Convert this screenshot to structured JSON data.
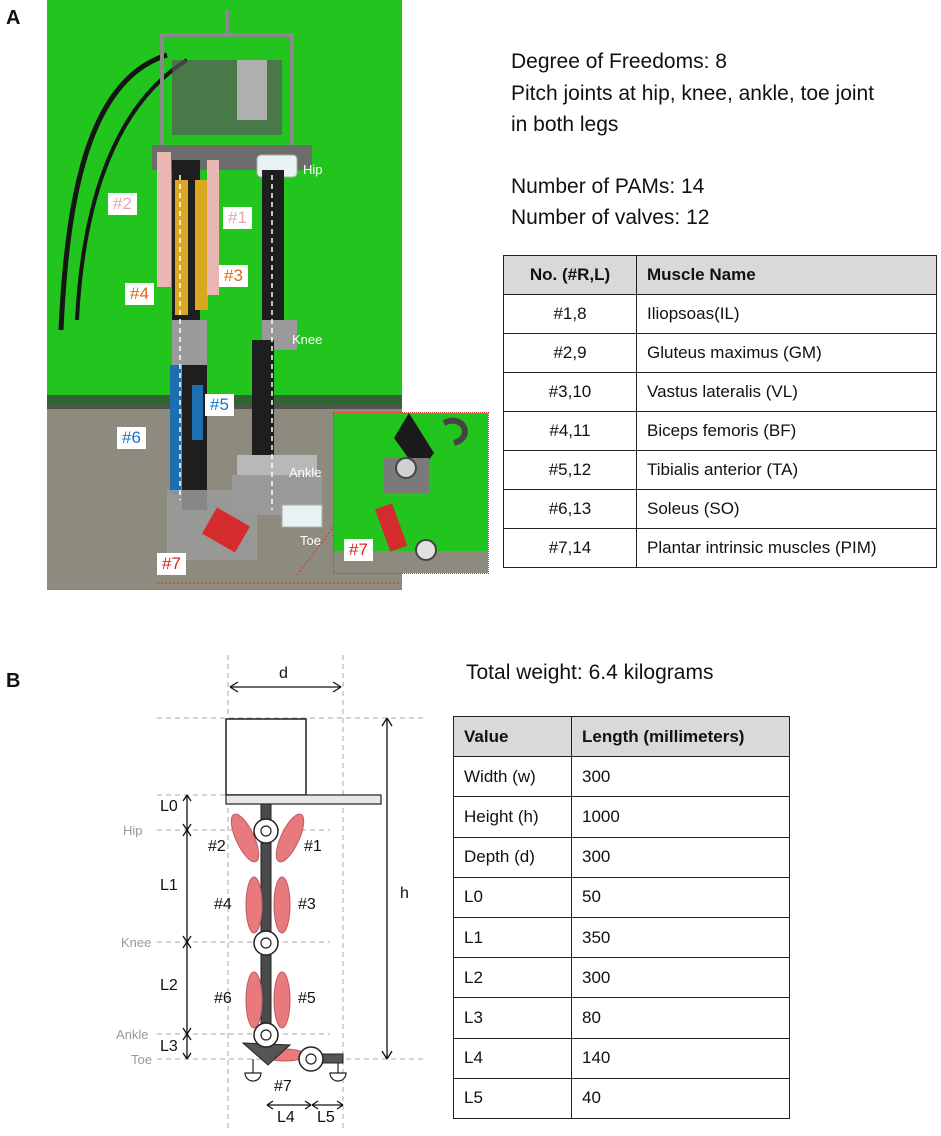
{
  "panelA": {
    "label": "A",
    "photo_labels": {
      "m1": "#1",
      "m2": "#2",
      "m3": "#3",
      "m4": "#4",
      "m5": "#5",
      "m6": "#6",
      "m7": "#7",
      "m7_inset": "#7",
      "hip": "Hip",
      "knee": "Knee",
      "ankle": "Ankle",
      "toe": "Toe"
    },
    "specs": {
      "dof": "Degree of Freedoms: 8",
      "pitch1": "Pitch joints at hip, knee, ankle, toe joint",
      "pitch2": "in both legs",
      "pams": "Number of PAMs: 14",
      "valves": "Number of valves: 12"
    },
    "table": {
      "headers": [
        "No. (#R,L)",
        "Muscle Name"
      ],
      "rows": [
        [
          "#1,8",
          "Iliopsoas(IL)"
        ],
        [
          "#2,9",
          "Gluteus maximus (GM)"
        ],
        [
          "#3,10",
          "Vastus lateralis (VL)"
        ],
        [
          "#4,11",
          "Biceps femoris (BF)"
        ],
        [
          "#5,12",
          "Tibialis anterior (TA)"
        ],
        [
          "#6,13",
          "Soleus (SO)"
        ],
        [
          "#7,14",
          "Plantar intrinsic muscles (PIM)"
        ]
      ]
    }
  },
  "panelB": {
    "label": "B",
    "weight": "Total weight: 6.4 kilograms",
    "diagram_labels": {
      "d": "d",
      "h": "h",
      "L0": "L0",
      "L1": "L1",
      "L2": "L2",
      "L3": "L3",
      "L4": "L4",
      "L5": "L5",
      "hip": "Hip",
      "knee": "Knee",
      "ankle": "Ankle",
      "toe": "Toe",
      "m1": "#1",
      "m2": "#2",
      "m3": "#3",
      "m4": "#4",
      "m5": "#5",
      "m6": "#6",
      "m7": "#7"
    },
    "table": {
      "headers": [
        "Value",
        "Length (millimeters)"
      ],
      "rows": [
        [
          "Width (w)",
          "300"
        ],
        [
          "Height (h)",
          "1000"
        ],
        [
          "Depth (d)",
          "300"
        ],
        [
          "L0",
          "50"
        ],
        [
          "L1",
          "350"
        ],
        [
          "L2",
          "300"
        ],
        [
          "L3",
          "80"
        ],
        [
          "L4",
          "140"
        ],
        [
          "L5",
          "40"
        ]
      ]
    }
  },
  "colors": {
    "green_screen": "#22c41e",
    "floor": "#8d8a7e",
    "muscle_pink": "#e8b7b4",
    "muscle_yellow": "#d9a820",
    "muscle_blue": "#1d6fb0",
    "muscle_red": "#d42c2c",
    "diagram_muscle": "#e87a7e",
    "label_orange": "#e06a10",
    "label_blue": "#1a73c6",
    "label_red": "#e02020",
    "label_pink": "#e8a8a8"
  }
}
